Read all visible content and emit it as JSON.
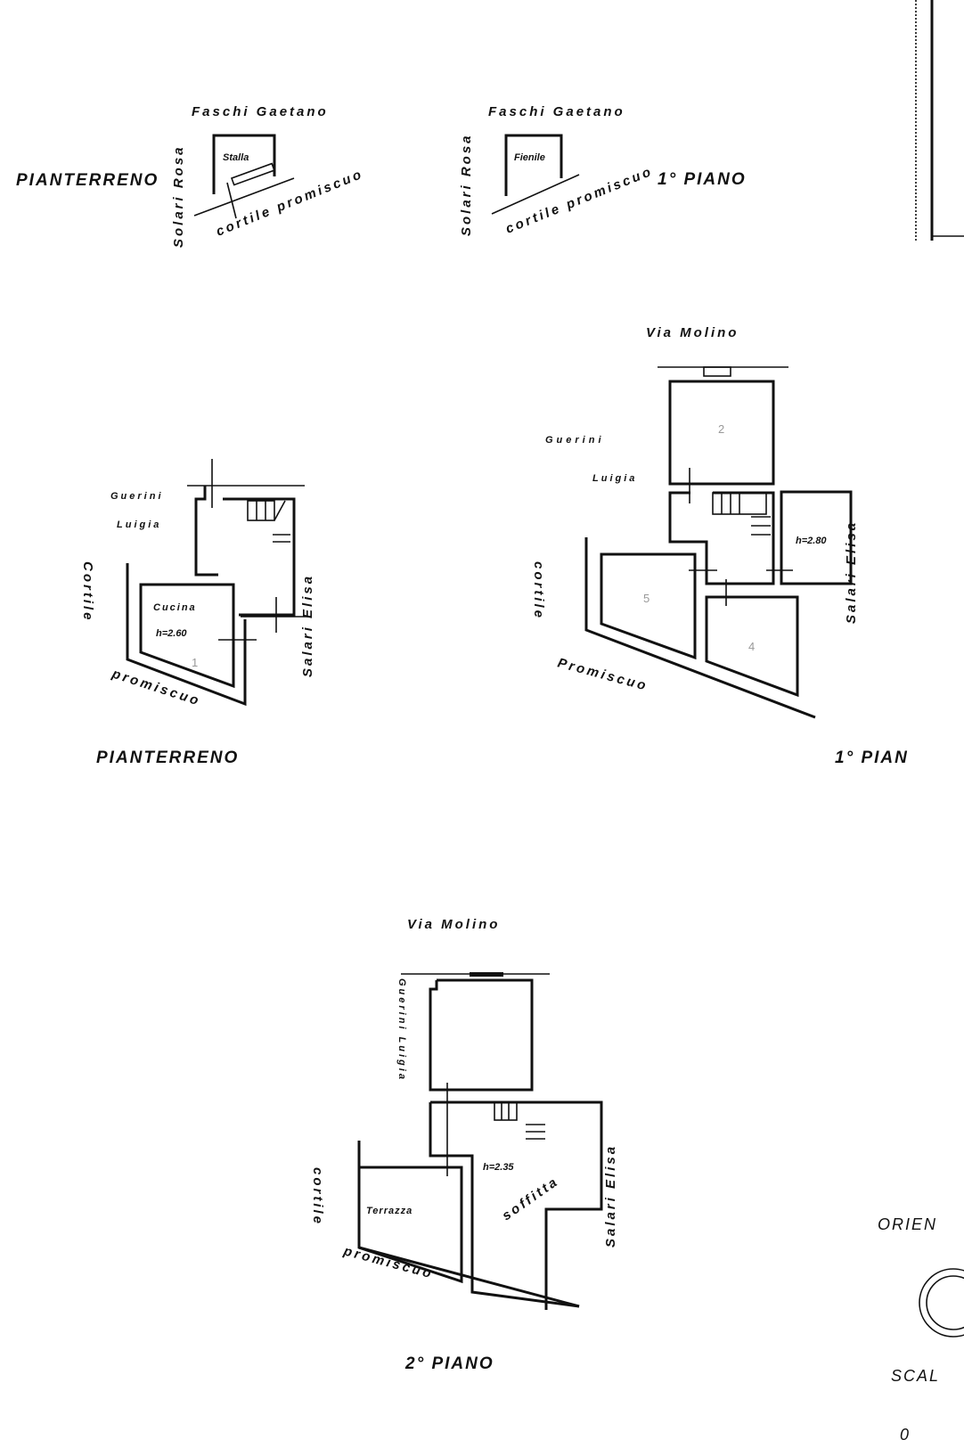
{
  "extract_plans": {
    "ground": {
      "title": "PIANTERRENO",
      "north_owner": "Faschi Gaetano",
      "west_owner": "Solari Rosa",
      "room": "Stalla",
      "courtyard": "cortile promiscuo"
    },
    "first": {
      "title": "1° PIANO",
      "north_owner": "Faschi Gaetano",
      "west_owner": "Solari Rosa",
      "room": "Fienile",
      "courtyard": "cortile promiscuo"
    }
  },
  "ground_floor": {
    "title": "PIANTERRENO",
    "neighbor_west": "Guerini Luigia",
    "neighbor_west_line2": "Luigia",
    "neighbor_west_line1": "Guerini",
    "courtyard_side": "Cortile",
    "courtyard_bottom": "promiscuo",
    "neighbor_east": "Salari Elisa",
    "room_name": "Cucina",
    "room_height": "h=2.60",
    "room_number": "1"
  },
  "first_floor": {
    "title": "1° PIAN",
    "street": "Via Molino",
    "neighbor_west_line1": "Guerini",
    "neighbor_west_line2": "Luigia",
    "courtyard_side": "cortile",
    "courtyard_bottom": "Promiscuo",
    "neighbor_east": "Salari Elisa",
    "room_height": "h=2.80",
    "room_numbers": [
      "2",
      "5",
      "4"
    ]
  },
  "second_floor": {
    "title": "2° PIANO",
    "street": "Via Molino",
    "neighbor_west": "Guerini Luigia",
    "courtyard_side": "cortile",
    "courtyard_bottom": "promiscuo",
    "neighbor_east": "Salari Elisa",
    "terrace": "Terrazza",
    "attic": "soffitta",
    "room_height": "h=2.35"
  },
  "legend": {
    "orientation": "ORIEN",
    "scale": "SCAL",
    "scale_value": "0"
  }
}
